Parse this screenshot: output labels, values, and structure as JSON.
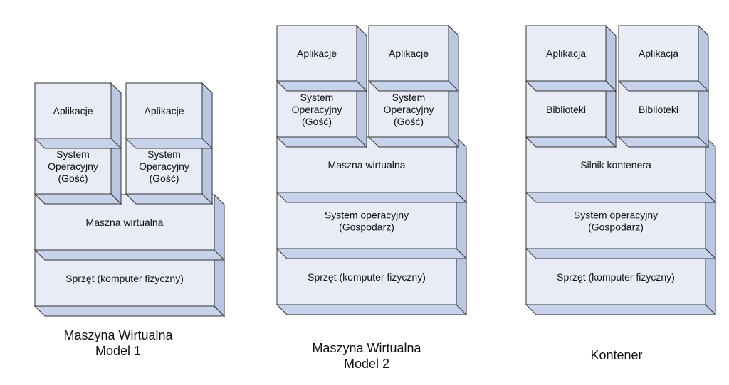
{
  "stacks": [
    {
      "caption": [
        "Maszyna Wirtualna",
        "Model 1"
      ],
      "blocks": {
        "app_left": [
          "Aplikacje"
        ],
        "app_right": [
          "Aplikacje"
        ],
        "os_left": [
          "System",
          "Operacyjny",
          "(Gość)"
        ],
        "os_right": [
          "System",
          "Operacyjny",
          "(Gość)"
        ],
        "vm": [
          "Maszna wirtualna"
        ],
        "hw": [
          "Sprzęt (komputer fizyczny)"
        ]
      }
    },
    {
      "caption": [
        "Maszyna Wirtualna",
        "Model 2"
      ],
      "blocks": {
        "app_left": [
          "Aplikacje"
        ],
        "app_right": [
          "Aplikacje"
        ],
        "os_left": [
          "System",
          "Operacyjny",
          "(Gość)"
        ],
        "os_right": [
          "System",
          "Operacyjny",
          "(Gość)"
        ],
        "vm": [
          "Maszna wirtualna"
        ],
        "host": [
          "System operacyjny",
          "(Gospodarz)"
        ],
        "hw": [
          "Sprzęt (komputer fizyczny)"
        ]
      }
    },
    {
      "caption": [
        "Kontener"
      ],
      "blocks": {
        "app_left": [
          "Aplikacja"
        ],
        "app_right": [
          "Aplikacja"
        ],
        "lib_left": [
          "Biblioteki"
        ],
        "lib_right": [
          "Biblioteki"
        ],
        "engine": [
          "Silnik kontenera"
        ],
        "host": [
          "System operacyjny",
          "(Gospodarz)"
        ],
        "hw": [
          "Sprzęt (komputer fizyczny)"
        ]
      }
    }
  ],
  "colors": {
    "front": "#e8ecf6",
    "side": "#b9c7e2",
    "bottom": "#c7d3ea",
    "stroke": "#333333"
  }
}
